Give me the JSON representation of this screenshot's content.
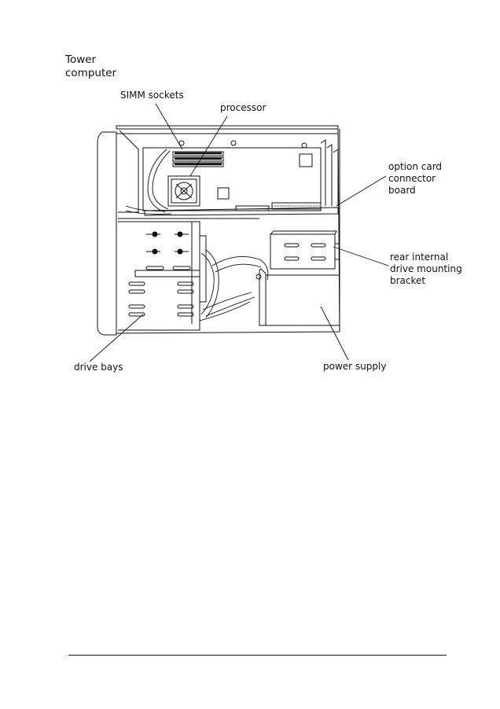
{
  "title": {
    "line1": "Tower",
    "line2": "computer"
  },
  "labels": {
    "simm_sockets": "SIMM sockets",
    "processor": "processor",
    "option_card_line1": "option card",
    "option_card_line2": "connector",
    "option_card_line3": "board",
    "rear_bracket_line1": "rear internal",
    "rear_bracket_line2": "drive mounting",
    "rear_bracket_line3": "bracket",
    "drive_bays": "drive bays",
    "power_supply": "power supply"
  }
}
